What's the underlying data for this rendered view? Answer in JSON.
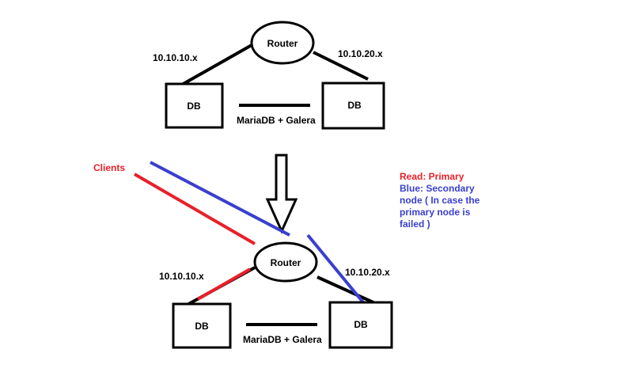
{
  "top": {
    "router": "Router",
    "left_subnet": "10.10.10.x",
    "right_subnet": "10.10.20.x",
    "left_db": "DB",
    "right_db": "DB",
    "replication": "MariaDB + Galera"
  },
  "bottom": {
    "router": "Router",
    "left_subnet": "10.10.10.x",
    "right_subnet": "10.10.20.x",
    "left_db": "DB",
    "right_db": "DB",
    "replication": "MariaDB + Galera"
  },
  "clients_label": "Clients",
  "legend": {
    "read_primary": "Read: Primary",
    "blue_line1": "Blue: Secondary",
    "blue_line2": "node ( In case the",
    "blue_line3": "primary node is",
    "blue_line4": "failed )"
  },
  "colors": {
    "red": "#e8202a",
    "blue": "#3a3fcf",
    "black": "#000000"
  }
}
